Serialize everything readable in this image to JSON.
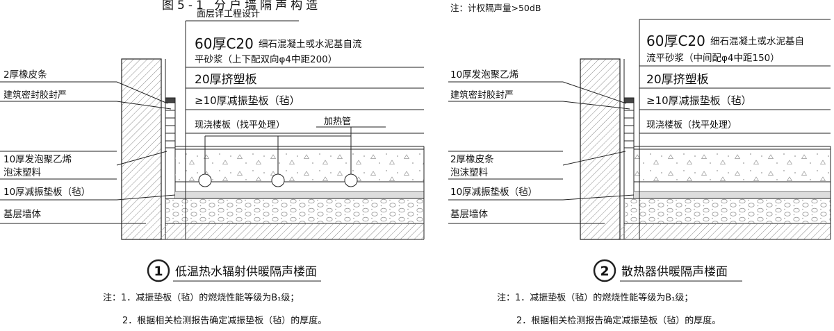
{
  "header": {
    "figure_title": "图5-1 分户墙隔声构造",
    "note": "注：计权隔声量>50dB"
  },
  "detail1": {
    "number": "1",
    "caption": "低温热水辐射供暖隔声楼面",
    "labels": {
      "finish": "面层详工程设计",
      "screed_big": "60厚C20",
      "screed_rest": "细石混凝土或水泥基自流",
      "screed_line2": "平砂浆（上下配双向φ4中距200）",
      "xps": "20厚挤塑板",
      "damping": "≥10厚减振垫板（毡）",
      "slab": "现浇楼板（找平处理）",
      "pipe": "加热管",
      "rubber": "2厚橡皮条",
      "sealant": "建筑密封胶封严",
      "pe_line1": "10厚发泡聚乙烯",
      "pe_line2": "泡沫塑料",
      "mat": "10厚减振垫板（毡）",
      "wall": "基层墙体"
    },
    "notes": {
      "line1": "注：1．减振垫板（毡）的燃烧性能等级为B₁级；",
      "line2": "2．根据相关检测报告确定减振垫板（毡）的厚度。"
    }
  },
  "detail2": {
    "number": "2",
    "caption": "散热器供暖隔声楼面",
    "labels": {
      "screed_big": "60厚C20",
      "screed_rest": "细石混凝土或水泥基自",
      "screed_line2": "流平砂浆（中间配φ4中距150）",
      "xps": "20厚挤塑板",
      "damping": "≥10厚减振垫板（毡）",
      "slab": "现浇楼板（找平处理）",
      "pe": "10厚发泡聚乙烯",
      "sealant": "建筑密封胶封严",
      "rubber": "2厚橡皮条",
      "foam": "泡沫塑料",
      "mat": "10厚减振垫板（毡）",
      "wall": "基层墙体"
    },
    "notes": {
      "line1": "注：1．减振垫板（毡）的燃烧性能等级为B₁级；",
      "line2": "2．根据相关检测报告确定减振垫板（毡）的厚度。"
    }
  }
}
